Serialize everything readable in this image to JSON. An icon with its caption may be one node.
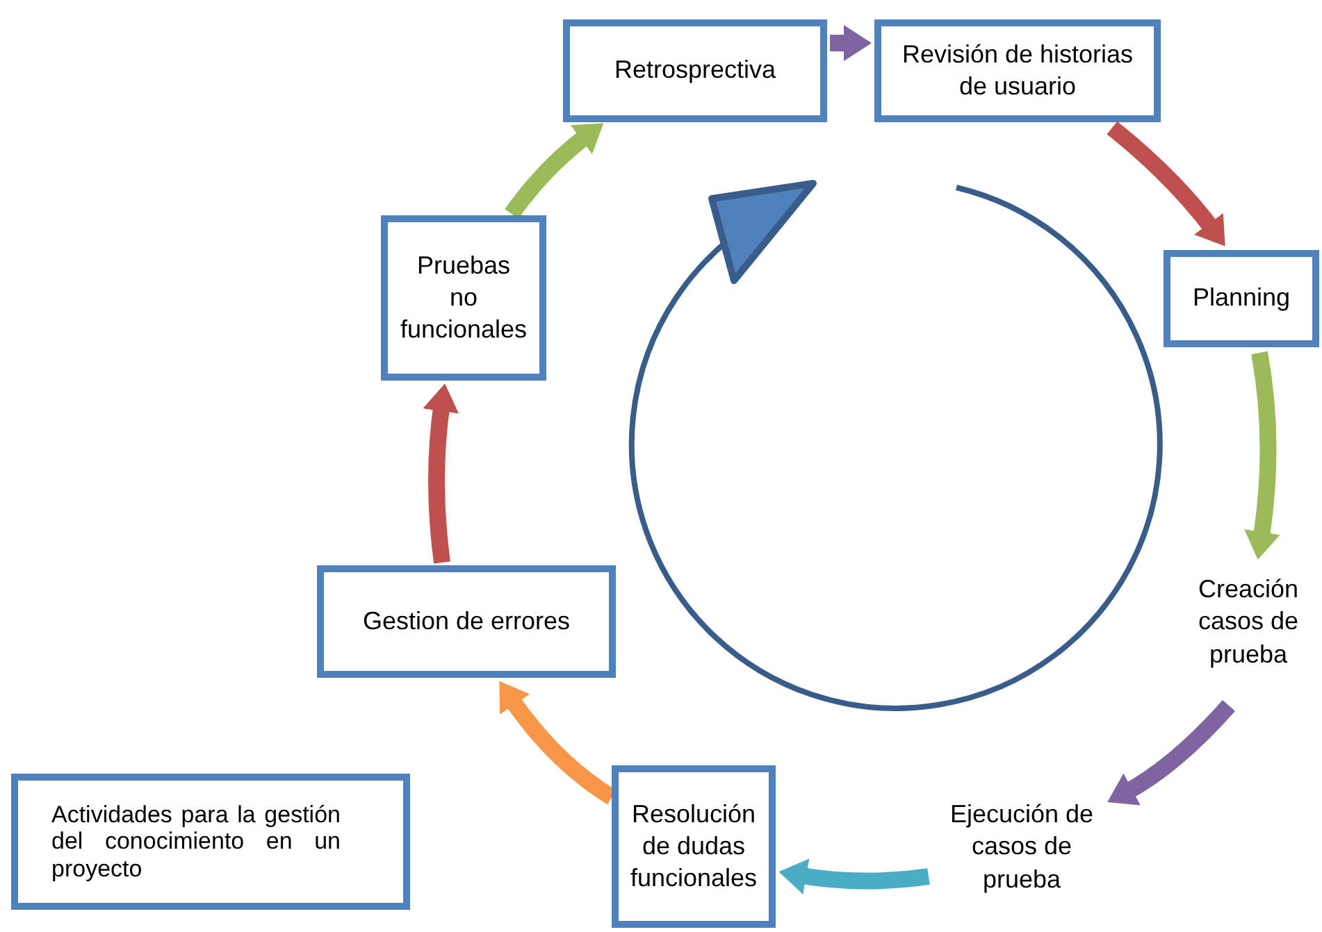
{
  "diagram": {
    "nodes": [
      {
        "text": [
          "Retrosprectiva"
        ]
      },
      {
        "text": [
          "Revisión de historias de usuario"
        ]
      },
      {
        "text": [
          "Planning"
        ]
      },
      {
        "text": [
          "Creación casos de prueba"
        ]
      },
      {
        "text": [
          "Ejecución de casos de prueba"
        ]
      },
      {
        "text": [
          "Resolución de dudas funcionales"
        ]
      },
      {
        "text": [
          "Gestion de errores"
        ]
      },
      {
        "text": [
          "Pruebas no funcionales"
        ]
      },
      {
        "text": [
          "Actividades para la gestión del conocimiento en un proyecto"
        ]
      }
    ],
    "edges": [
      {
        "from": 0,
        "to": 1,
        "arrow": "to",
        "color": "#8064a2"
      },
      {
        "from": 1,
        "to": 2,
        "arrow": "to",
        "color": "#c0504d"
      },
      {
        "from": 2,
        "to": 3,
        "arrow": "to",
        "color": "#9bbb59"
      },
      {
        "from": 3,
        "to": 4,
        "arrow": "to",
        "color": "#8064a2"
      },
      {
        "from": 4,
        "to": 5,
        "arrow": "to",
        "color": "#4bacc6"
      },
      {
        "from": 5,
        "to": 6,
        "arrow": "to",
        "color": "#f79646"
      },
      {
        "from": 6,
        "to": 7,
        "arrow": "to",
        "color": "#c0504d"
      },
      {
        "from": 7,
        "to": 0,
        "arrow": "to",
        "color": "#9bbb59"
      }
    ]
  }
}
